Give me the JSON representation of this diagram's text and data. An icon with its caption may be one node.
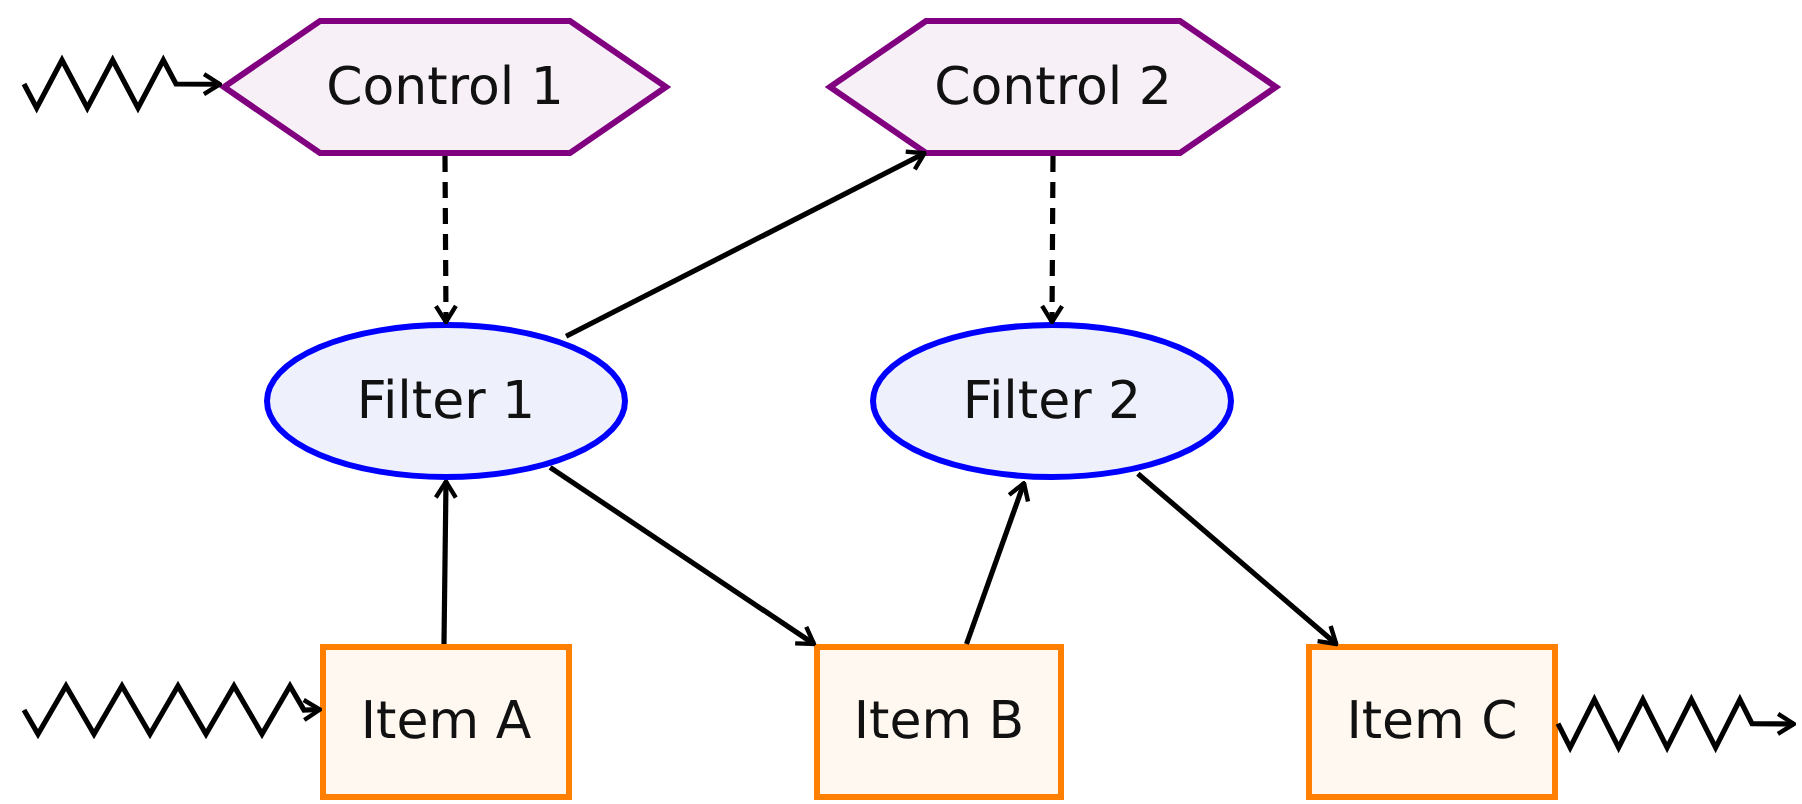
{
  "diagram": {
    "nodes": [
      {
        "text": [
          "Control 1"
        ]
      },
      {
        "text": [
          "Control 2"
        ]
      },
      {
        "text": [
          "Filter 1"
        ]
      },
      {
        "text": [
          "Filter 2"
        ]
      },
      {
        "text": [
          "Item A"
        ]
      },
      {
        "text": [
          "Item B"
        ]
      },
      {
        "text": [
          "Item C"
        ]
      }
    ],
    "edges": [
      {
        "from": null,
        "to": 0,
        "arrow": "to"
      },
      {
        "from": 0,
        "to": 2,
        "arrow": "to",
        "style": "dashed"
      },
      {
        "from": 1,
        "to": 3,
        "arrow": "to",
        "style": "dashed"
      },
      {
        "from": 2,
        "to": 1,
        "arrow": "to"
      },
      {
        "from": 4,
        "to": 2,
        "arrow": "to"
      },
      {
        "from": 2,
        "to": 5,
        "arrow": "to"
      },
      {
        "from": 5,
        "to": 3,
        "arrow": "to"
      },
      {
        "from": 3,
        "to": 6,
        "arrow": "to"
      },
      {
        "from": null,
        "to": 4,
        "arrow": "to"
      },
      {
        "from": 6,
        "to": null,
        "arrow": "to"
      }
    ]
  }
}
